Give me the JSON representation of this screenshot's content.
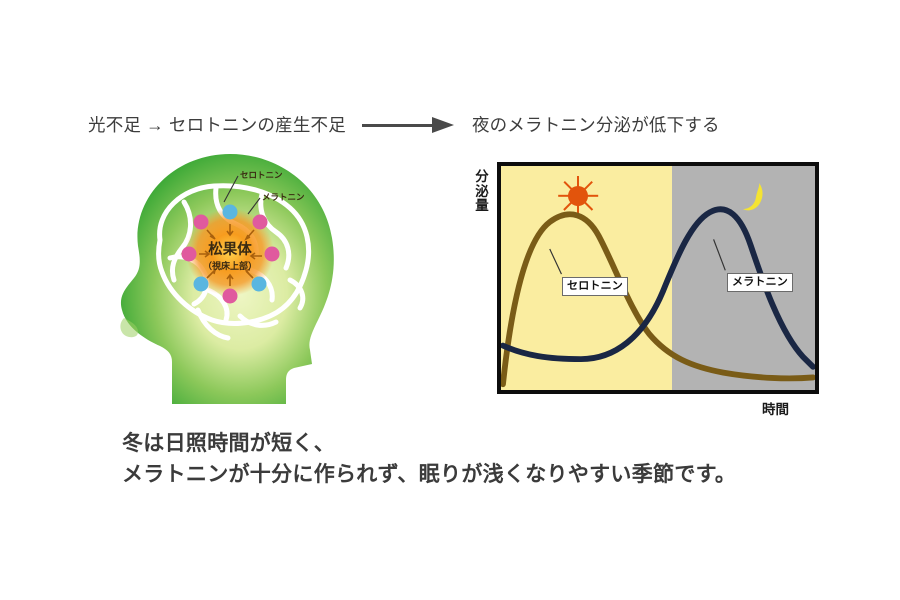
{
  "headline": {
    "left_text": "光不足 → セロトニンの産生不足",
    "arrow_icon": "right-arrow-icon",
    "right_text": "夜のメラトニン分泌が低下する"
  },
  "brain_diagram": {
    "icon": "head-brain-illustration",
    "serotonin_label": "セロトニン",
    "melatonin_label": "メラトニン",
    "pineal_label": "松果体",
    "pineal_sublabel": "（視床上部）",
    "colors": {
      "head_edge": "#4caf3f",
      "head_center": "#e2efa8",
      "brain_outline": "#ffffff",
      "pineal_glow": "#f7931e",
      "serotonin_dot": "#5ab6e0",
      "melatonin_dot": "#e05a9e"
    }
  },
  "chart_data": {
    "type": "line",
    "title": "",
    "xlabel": "時間",
    "ylabel": "分泌量",
    "grid": false,
    "legend": "inline-callout",
    "x": [
      0,
      5,
      10,
      15,
      20,
      25,
      30,
      35,
      40,
      45,
      50,
      55,
      60,
      65,
      70,
      75,
      80,
      85,
      90,
      95,
      100
    ],
    "xlim": [
      0,
      100
    ],
    "ylim": [
      0,
      100
    ],
    "day_night_split_percent": 54.5,
    "bands": [
      {
        "name": "昼",
        "icon": "sun-icon",
        "color": "#faeda0",
        "from": 0,
        "to": 54.5
      },
      {
        "name": "夜",
        "icon": "moon-icon",
        "color": "#b3b3b3",
        "from": 54.5,
        "to": 100
      }
    ],
    "series": [
      {
        "name": "セロトニン",
        "color": "#7a5c17",
        "values": [
          3,
          44,
          66,
          76,
          80,
          81,
          79,
          74,
          66,
          56,
          46,
          36,
          28,
          22,
          17,
          13,
          10,
          8,
          7,
          6,
          6
        ]
      },
      {
        "name": "メラトニン",
        "color": "#1a2744",
        "values": [
          16,
          12,
          10,
          9,
          8,
          8,
          8,
          9,
          11,
          16,
          27,
          44,
          60,
          72,
          79,
          80,
          75,
          63,
          46,
          28,
          14
        ]
      }
    ],
    "annotations": [
      {
        "text": "セロトニン",
        "series": "セロトニン"
      },
      {
        "text": "メラトニン",
        "series": "メラトニン"
      }
    ]
  },
  "caption": {
    "line1": "冬は日照時間が短く、",
    "line2": "メラトニンが十分に作られず、眠りが浅くなりやすい季節です。"
  }
}
